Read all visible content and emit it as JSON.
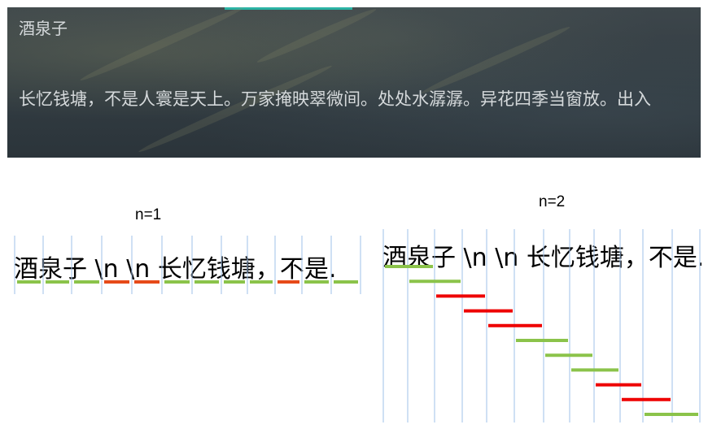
{
  "screenshot": {
    "title": "酒泉子",
    "body": "长忆钱塘，不是人寰是天上。万家掩映翠微间。处处水潺潺。异花四季当窗放。出入"
  },
  "diagram_left": {
    "caption": "n=1",
    "sequence": "酒泉子 \\n \\n 长忆钱塘，不是.",
    "tokens": [
      {
        "color": "green"
      },
      {
        "color": "green"
      },
      {
        "color": "green"
      },
      {
        "color": "red"
      },
      {
        "color": "red"
      },
      {
        "color": "green"
      },
      {
        "color": "green"
      },
      {
        "color": "green"
      },
      {
        "color": "green"
      },
      {
        "color": "red"
      },
      {
        "color": "green"
      },
      {
        "color": "green"
      }
    ]
  },
  "diagram_right": {
    "caption": "n=2",
    "sequence": "酒泉子 \\n \\n 长忆钱塘，不是.",
    "pairs": [
      {
        "color": "green"
      },
      {
        "color": "green"
      },
      {
        "color": "red"
      },
      {
        "color": "red"
      },
      {
        "color": "red"
      },
      {
        "color": "green"
      },
      {
        "color": "green"
      },
      {
        "color": "green"
      },
      {
        "color": "red"
      },
      {
        "color": "red"
      },
      {
        "color": "green"
      }
    ]
  },
  "colors": {
    "green": "#8bc34a",
    "red": "#e64a19",
    "red_bright": "#ee0000",
    "gridline": "#9fc0e8",
    "tab_accent": "#2bb3a4"
  }
}
